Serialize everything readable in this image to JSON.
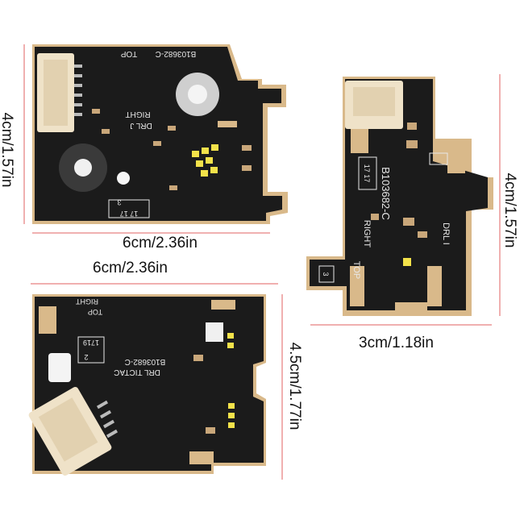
{
  "dimensions": {
    "board1_width": "6cm/2.36in",
    "board1_height": "4cm/1.57in",
    "board2_width": "3cm/1.18in",
    "board2_height": "4cm/1.57in",
    "board3_width": "6cm/2.36in",
    "board3_height": "4.5cm/1.77in"
  },
  "board1": {
    "label_top": "TOP",
    "label_part": "B103682-C",
    "label_right": "RIGHT",
    "label_drl": "DRL J",
    "label_code": "17 17",
    "label_num": "3"
  },
  "board2": {
    "label_part": "B103682-C",
    "label_right": "RIGHT",
    "label_drl": "DRL I",
    "label_top": "TOP",
    "label_code": "17 17",
    "label_num": "3"
  },
  "board3": {
    "label_right": "RIGHT",
    "label_top": "TOP",
    "label_code": "1719",
    "label_num": "2",
    "label_part": "B103682-C",
    "label_drl": "DRL TICTAC"
  },
  "colors": {
    "pcb": "#1b1b1b",
    "gold": "#d9b98a",
    "connector": "#efe2c8",
    "measure_line": "#e06060",
    "led": "#f3e24a"
  }
}
